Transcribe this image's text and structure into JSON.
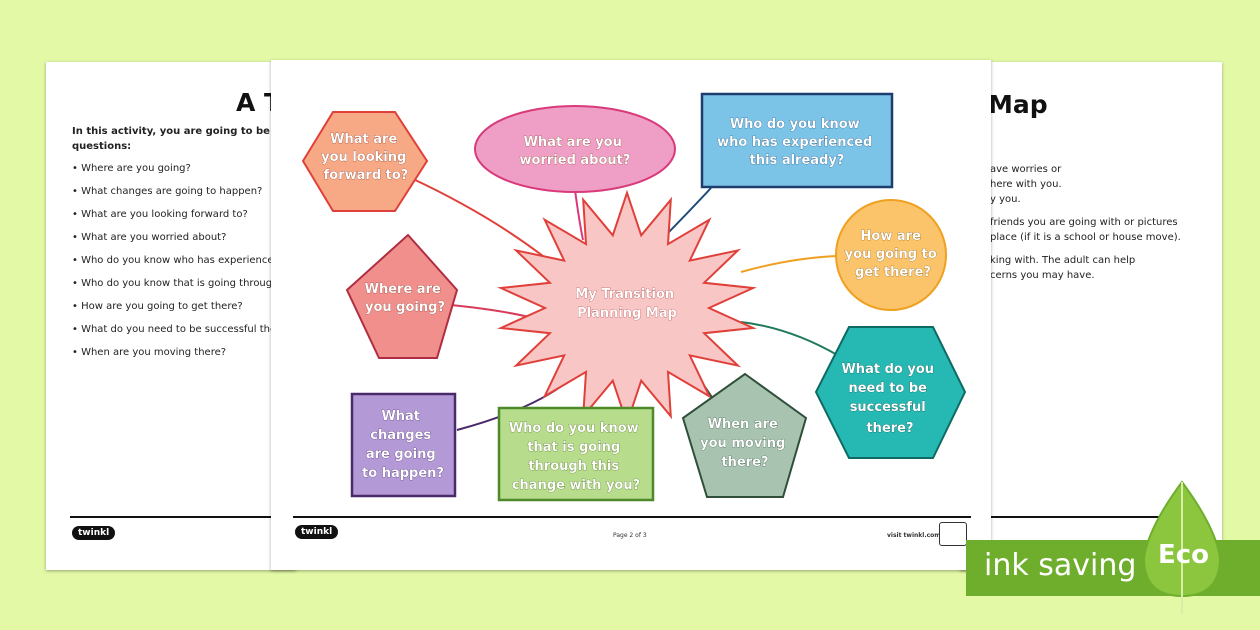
{
  "back_left": {
    "title": "A T",
    "intro": "In this activity, you are going to be ma questions:",
    "questions": [
      "Where are you going?",
      "What changes are going to happen?",
      "What are you looking forward to?",
      "What are you worried about?",
      "Who do you know who has experienced",
      "Who do you know that is going through",
      "How are you going to get there?",
      "What do you need to be successful there",
      "When are you moving there?"
    ],
    "logo": "twinkl"
  },
  "back_right": {
    "title": "Map",
    "lines": [
      "ave worries or",
      "here with you.",
      "y you.",
      "",
      "friends you are going with or pictures",
      " place (if it is a school or house move).",
      "",
      "king with. The adult can help",
      "cerns you may have."
    ]
  },
  "front": {
    "center": [
      "My Transition",
      "Planning Map"
    ],
    "looking_forward": [
      "What are",
      "you looking",
      "forward to?"
    ],
    "worried": [
      "What are you",
      "worried about?"
    ],
    "experienced": [
      "Who do you know",
      "who has experienced",
      "this already?"
    ],
    "where": [
      "Where are",
      "you going?"
    ],
    "how": [
      "How are",
      "you going to",
      "get there?"
    ],
    "changes": [
      "What",
      "changes",
      "are going",
      "to happen?"
    ],
    "going_through": [
      "Who do you know",
      "that is going",
      "through this",
      "change with you?"
    ],
    "when": [
      "When are",
      "you moving",
      "there?"
    ],
    "successful": [
      "What do you",
      "need to be",
      "successful",
      "there?"
    ],
    "logo": "twinkl",
    "page": "Page 2 of 3",
    "visit": "visit twinkl.com"
  },
  "badge": {
    "label": "ink saving",
    "eco": "Eco"
  },
  "colors": {
    "background": "#e3f9a6",
    "eco_green": "#6fae2c"
  }
}
